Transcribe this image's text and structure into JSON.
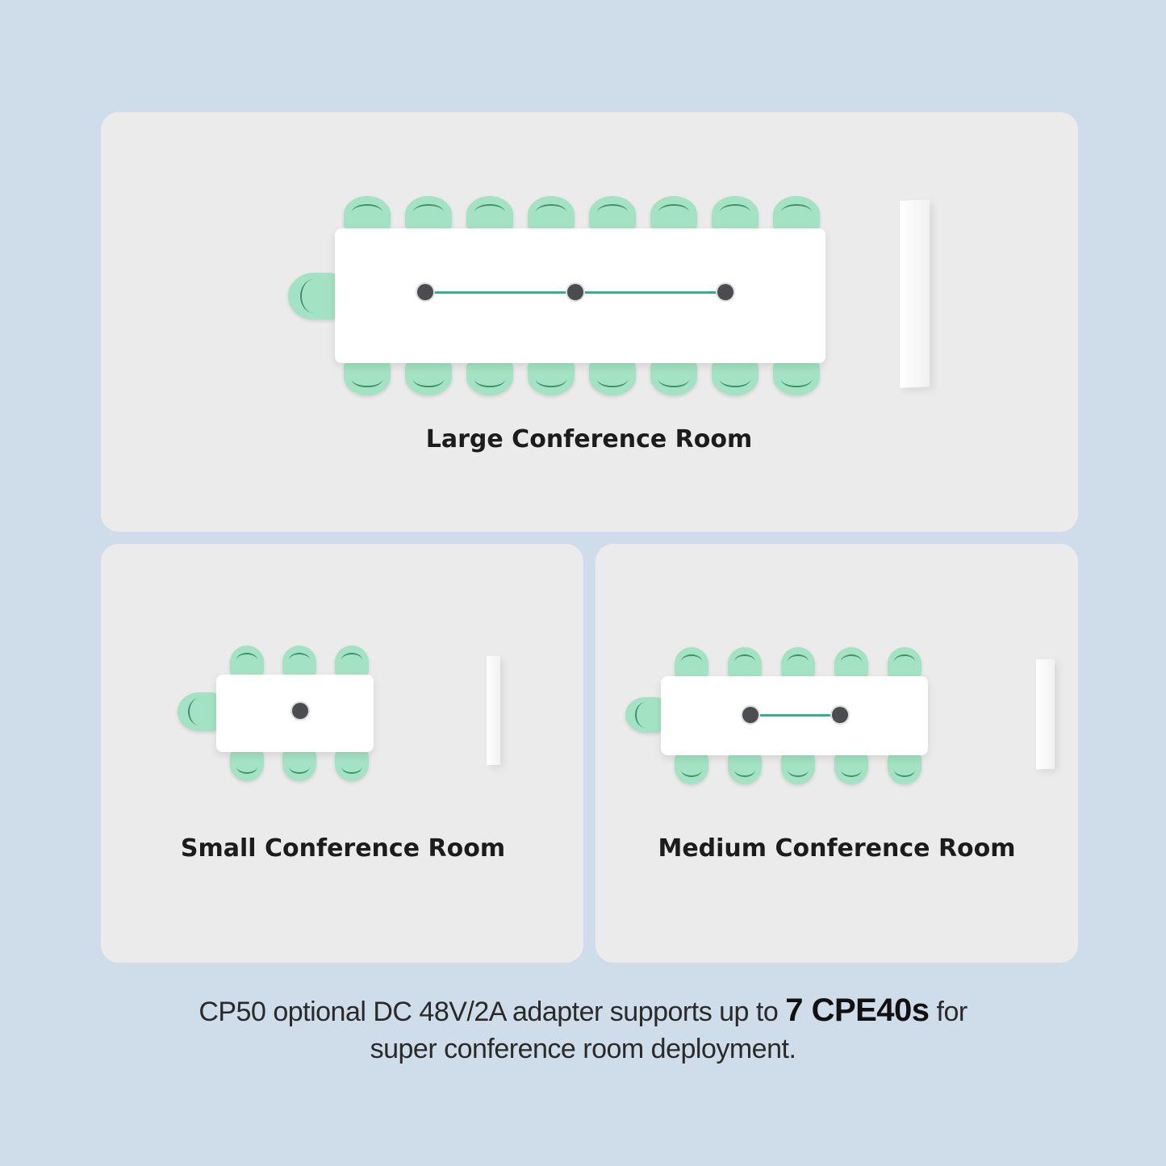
{
  "colors": {
    "background": "#cfdce9",
    "card": "#ebebeb",
    "chair": "#a3e2c2",
    "link": "#2fb58a",
    "device": "#4a4c50"
  },
  "rooms": {
    "large": {
      "label": "Large Conference Room",
      "chairs_per_side": 8,
      "head_chairs": 1,
      "devices": 3
    },
    "small": {
      "label": "Small Conference Room",
      "chairs_per_side": 3,
      "head_chairs": 1,
      "devices": 1
    },
    "medium": {
      "label": "Medium Conference Room",
      "chairs_per_side": 5,
      "head_chairs": 1,
      "devices": 2
    }
  },
  "caption": {
    "line1_prefix": "CP50 optional DC 48V/2A adapter supports up to ",
    "line1_bold": "7 CPE40s",
    "line1_suffix": " for",
    "line2": "super conference room deployment."
  }
}
